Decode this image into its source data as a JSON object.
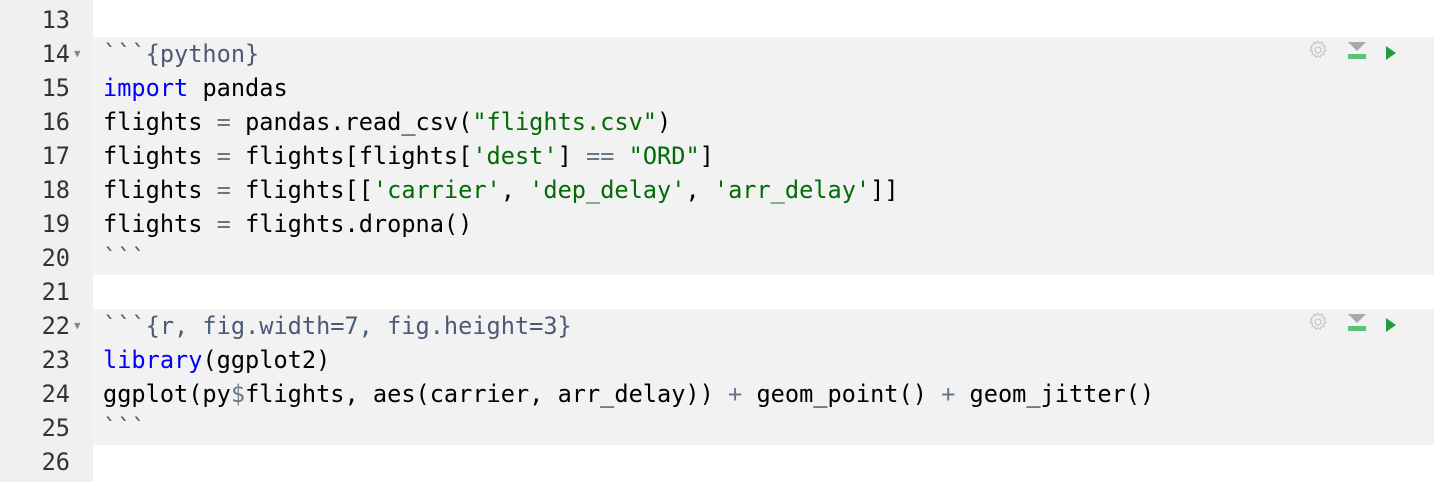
{
  "editor": {
    "lines": [
      {
        "n": "13",
        "chunk": false,
        "tokens": []
      },
      {
        "n": "14",
        "chunk": true,
        "fold": true,
        "tools": true,
        "tokens": [
          [
            "```{python}",
            "hdr"
          ]
        ]
      },
      {
        "n": "15",
        "chunk": true,
        "tokens": [
          [
            "import",
            "kw"
          ],
          [
            " pandas",
            ""
          ]
        ]
      },
      {
        "n": "16",
        "chunk": true,
        "tokens": [
          [
            "flights ",
            ""
          ],
          [
            "=",
            "op"
          ],
          [
            " pandas.read_csv(",
            ""
          ],
          [
            "\"flights.csv\"",
            "str"
          ],
          [
            ")",
            ""
          ]
        ]
      },
      {
        "n": "17",
        "chunk": true,
        "tokens": [
          [
            "flights ",
            ""
          ],
          [
            "=",
            "op"
          ],
          [
            " flights[flights[",
            ""
          ],
          [
            "'dest'",
            "str"
          ],
          [
            "] ",
            ""
          ],
          [
            "==",
            "op"
          ],
          [
            " ",
            ""
          ],
          [
            "\"ORD\"",
            "str"
          ],
          [
            "]",
            ""
          ]
        ]
      },
      {
        "n": "18",
        "chunk": true,
        "tokens": [
          [
            "flights ",
            ""
          ],
          [
            "=",
            "op"
          ],
          [
            " flights[[",
            ""
          ],
          [
            "'carrier'",
            "str"
          ],
          [
            ", ",
            ""
          ],
          [
            "'dep_delay'",
            "str"
          ],
          [
            ", ",
            ""
          ],
          [
            "'arr_delay'",
            "str"
          ],
          [
            "]]",
            ""
          ]
        ]
      },
      {
        "n": "19",
        "chunk": true,
        "tokens": [
          [
            "flights ",
            ""
          ],
          [
            "=",
            "op"
          ],
          [
            " flights.dropna()",
            ""
          ]
        ]
      },
      {
        "n": "20",
        "chunk": true,
        "tokens": [
          [
            "```",
            "hdr"
          ]
        ]
      },
      {
        "n": "21",
        "chunk": false,
        "tokens": []
      },
      {
        "n": "22",
        "chunk": true,
        "fold": true,
        "tools": true,
        "tokens": [
          [
            "```{r, fig.width=7, fig.height=3}",
            "hdr"
          ]
        ]
      },
      {
        "n": "23",
        "chunk": true,
        "tokens": [
          [
            "library",
            "kw"
          ],
          [
            "(ggplot2)",
            ""
          ]
        ]
      },
      {
        "n": "24",
        "chunk": true,
        "tokens": [
          [
            "ggplot(py",
            ""
          ],
          [
            "$",
            "op"
          ],
          [
            "flights, aes(carrier, arr_delay)) ",
            ""
          ],
          [
            "+",
            "op"
          ],
          [
            " geom_point() ",
            ""
          ],
          [
            "+",
            "op"
          ],
          [
            " geom_jitter()",
            ""
          ]
        ]
      },
      {
        "n": "25",
        "chunk": true,
        "tokens": [
          [
            "```",
            "hdr"
          ]
        ]
      },
      {
        "n": "26",
        "chunk": false,
        "tokens": []
      }
    ]
  },
  "icons": {
    "settings": "gear-icon",
    "run_above": "run-previous-chunks-icon",
    "run": "run-chunk-icon"
  },
  "colors": {
    "run": "#1f9d3f",
    "run_above_bar": "#5cc27a",
    "gear": "#c8c8c8"
  }
}
